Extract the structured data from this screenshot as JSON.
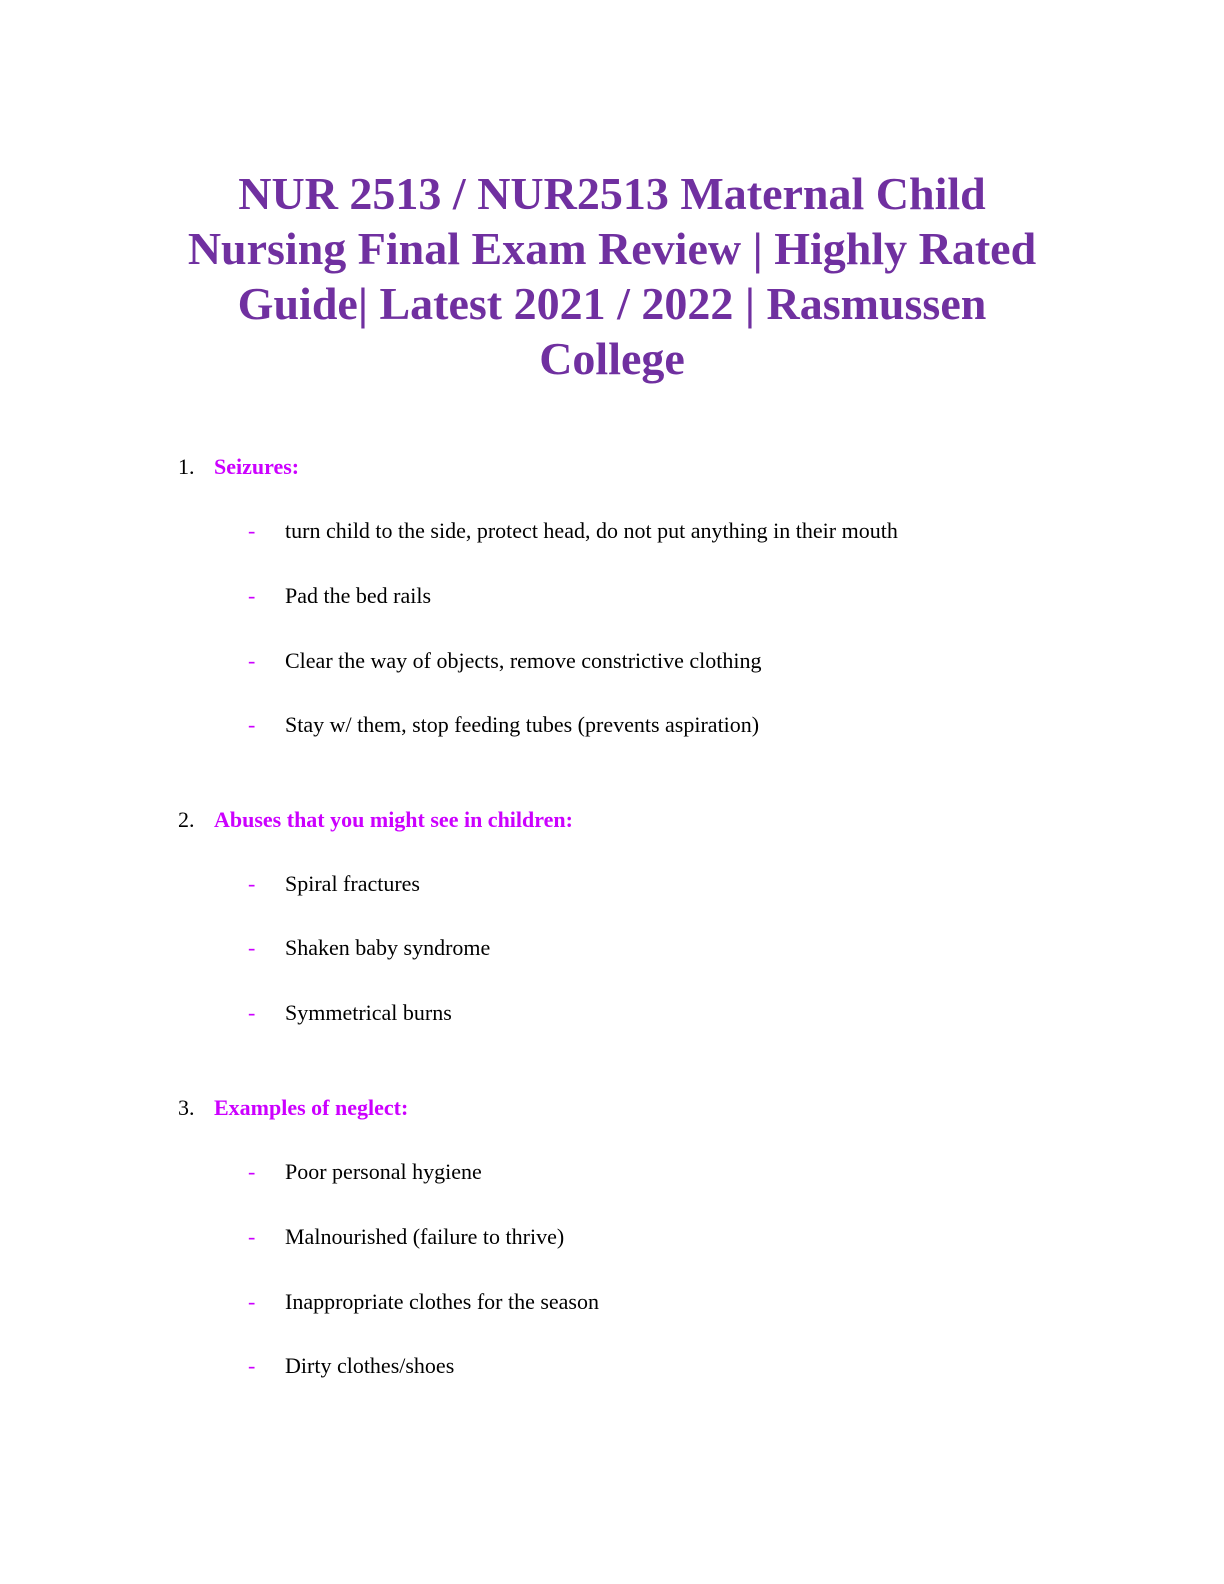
{
  "document": {
    "title": "NUR 2513 / NUR2513 Maternal Child Nursing Final Exam Review | Highly Rated Guide| Latest 2021 / 2022 | Rasmussen College",
    "title_lines": [
      "NUR 2513 / NUR2513 Maternal Child",
      "Nursing Final Exam Review | Highly Rated",
      "Guide| Latest 2021 / 2022 | Rasmussen",
      "College"
    ],
    "colors": {
      "title": "#7030a0",
      "heading": "#cc00ff",
      "bullet": "#cc00ff",
      "body": "#000000"
    },
    "sections": [
      {
        "number": "1.",
        "heading": "Seizures:",
        "items": [
          {
            "bullet": "-",
            "text": "turn child to the side, protect head, do not put anything in their mouth"
          },
          {
            "bullet": "-",
            "text": "Pad the bed rails"
          },
          {
            "bullet": "-",
            "text": "Clear the way of objects, remove constrictive clothing"
          },
          {
            "bullet": "-",
            "text": "Stay w/ them, stop feeding tubes (prevents aspiration)"
          }
        ]
      },
      {
        "number": "2.",
        "heading": "Abuses that you might see in children:",
        "items": [
          {
            "bullet": "-",
            "text": "Spiral fractures"
          },
          {
            "bullet": "-",
            "text": "Shaken baby syndrome"
          },
          {
            "bullet": "-",
            "text": "Symmetrical burns"
          }
        ]
      },
      {
        "number": "3.",
        "heading": "Examples of neglect:",
        "items": [
          {
            "bullet": "-",
            "text": "Poor personal hygiene"
          },
          {
            "bullet": "-",
            "text": "Malnourished (failure to thrive)"
          },
          {
            "bullet": "-",
            "text": "Inappropriate clothes for the season"
          },
          {
            "bullet": "-",
            "text": "Dirty clothes/shoes"
          }
        ]
      }
    ]
  }
}
